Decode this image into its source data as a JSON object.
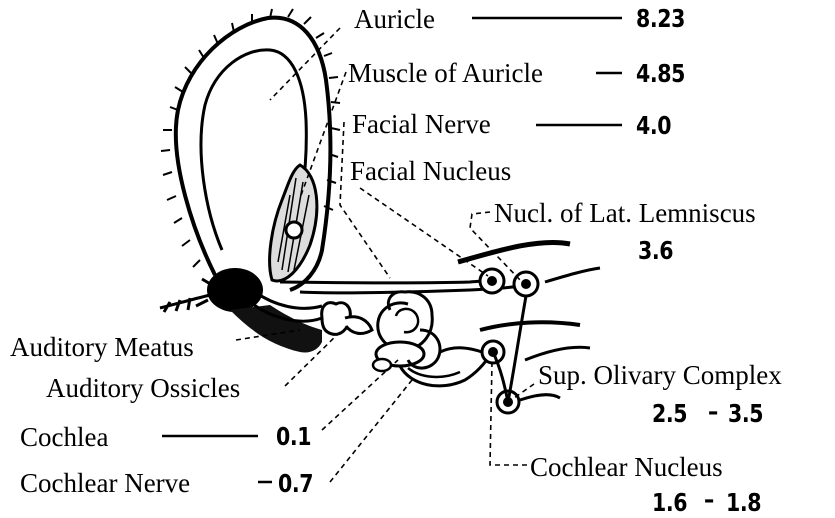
{
  "labels": {
    "auricle": "Auricle",
    "muscle_of_auricle": "Muscle of Auricle",
    "facial_nerve": "Facial Nerve",
    "facial_nucleus": "Facial Nucleus",
    "nucl_lat_lemniscus": "Nucl. of Lat. Lemniscus",
    "auditory_meatus": "Auditory Meatus",
    "auditory_ossicles": "Auditory Ossicles",
    "cochlea": "Cochlea",
    "cochlear_nerve": "Cochlear Nerve",
    "sup_olivary_complex": "Sup. Olivary Complex",
    "cochlear_nucleus": "Cochlear Nucleus"
  },
  "values": {
    "auricle": "8.23",
    "muscle_of_auricle": "4.85",
    "facial_nerve": "4.0",
    "nucl_lat_lemniscus": "3.6",
    "cochlea": "0.1",
    "cochlear_nerve": "0.7",
    "sup_olivary_complex_low": "2.5",
    "sup_olivary_complex_high": "3.5",
    "cochlear_nucleus_low": "1.6",
    "cochlear_nucleus_high": "1.8"
  },
  "range_separator": "–"
}
